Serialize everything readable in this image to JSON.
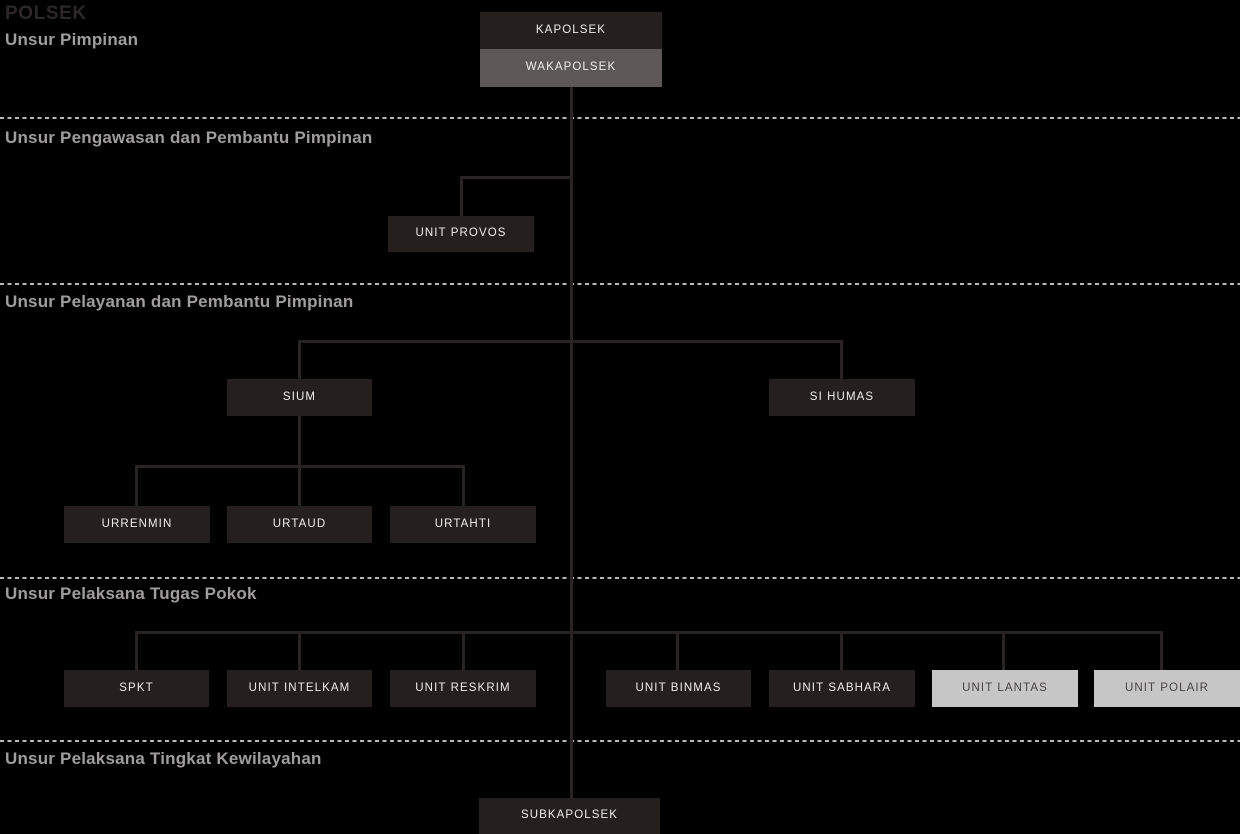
{
  "page": {
    "title": "POLSEK",
    "background_color": "#000000"
  },
  "colors": {
    "box_dark_bg": "#251f20",
    "box_dark_text": "#efeceb",
    "box_medium_bg": "#5d5758",
    "box_light_bg": "#c7c6c6",
    "box_light_text": "#474344",
    "connector_line": "#2a2324",
    "divider_dash": "#bbb9b9",
    "section_header_text": "#9f9d9d",
    "page_title_text": "#2d2729"
  },
  "sections": [
    {
      "label": "Unsur Pimpinan"
    },
    {
      "label": "Unsur Pengawasan dan Pembantu Pimpinan"
    },
    {
      "label": "Unsur Pelayanan dan Pembantu Pimpinan"
    },
    {
      "label": "Unsur Pelaksana Tugas Pokok"
    },
    {
      "label": "Unsur Pelaksana Tingkat Kewilayahan"
    }
  ],
  "nodes": {
    "kapolsek": {
      "label": "KAPOLSEK",
      "variant": "dark",
      "section": "Unsur Pimpinan"
    },
    "wakapolsek": {
      "label": "WAKAPOLSEK",
      "variant": "medium",
      "section": "Unsur Pimpinan"
    },
    "unit_provos": {
      "label": "UNIT PROVOS",
      "variant": "dark",
      "section": "Unsur Pengawasan dan Pembantu Pimpinan"
    },
    "sium": {
      "label": "SIUM",
      "variant": "dark",
      "section": "Unsur Pelayanan dan Pembantu Pimpinan"
    },
    "si_humas": {
      "label": "SI HUMAS",
      "variant": "dark",
      "section": "Unsur Pelayanan dan Pembantu Pimpinan"
    },
    "urrenmin": {
      "label": "URRENMIN",
      "variant": "dark",
      "section": "Unsur Pelayanan dan Pembantu Pimpinan"
    },
    "urtaud": {
      "label": "URTAUD",
      "variant": "dark",
      "section": "Unsur Pelayanan dan Pembantu Pimpinan"
    },
    "urtahti": {
      "label": "URTAHTI",
      "variant": "dark",
      "section": "Unsur Pelayanan dan Pembantu Pimpinan"
    },
    "spkt": {
      "label": "SPKT",
      "variant": "dark",
      "section": "Unsur Pelaksana Tugas Pokok"
    },
    "unit_intelkam": {
      "label": "UNIT INTELKAM",
      "variant": "dark",
      "section": "Unsur Pelaksana Tugas Pokok"
    },
    "unit_reskrim": {
      "label": "UNIT RESKRIM",
      "variant": "dark",
      "section": "Unsur Pelaksana Tugas Pokok"
    },
    "unit_binmas": {
      "label": "UNIT BINMAS",
      "variant": "dark",
      "section": "Unsur Pelaksana Tugas Pokok"
    },
    "unit_sabhara": {
      "label": "UNIT SABHARA",
      "variant": "dark",
      "section": "Unsur Pelaksana Tugas Pokok"
    },
    "unit_lantas": {
      "label": "UNIT LANTAS",
      "variant": "light",
      "section": "Unsur Pelaksana Tugas Pokok"
    },
    "unit_polair": {
      "label": "UNIT POLAIR",
      "variant": "light",
      "section": "Unsur Pelaksana Tugas Pokok"
    },
    "subkapolsek": {
      "label": "SUBKAPOLSEK",
      "variant": "dark",
      "section": "Unsur Pelaksana Tingkat Kewilayahan"
    }
  },
  "edges": [
    {
      "from": "kapolsek",
      "to": "wakapolsek"
    },
    {
      "from": "wakapolsek",
      "to": "unit_provos"
    },
    {
      "from": "wakapolsek",
      "to": "sium"
    },
    {
      "from": "wakapolsek",
      "to": "si_humas"
    },
    {
      "from": "sium",
      "to": "urrenmin"
    },
    {
      "from": "sium",
      "to": "urtaud"
    },
    {
      "from": "sium",
      "to": "urtahti"
    },
    {
      "from": "wakapolsek",
      "to": "spkt"
    },
    {
      "from": "wakapolsek",
      "to": "unit_intelkam"
    },
    {
      "from": "wakapolsek",
      "to": "unit_reskrim"
    },
    {
      "from": "wakapolsek",
      "to": "unit_binmas"
    },
    {
      "from": "wakapolsek",
      "to": "unit_sabhara"
    },
    {
      "from": "wakapolsek",
      "to": "unit_lantas"
    },
    {
      "from": "wakapolsek",
      "to": "unit_polair"
    },
    {
      "from": "wakapolsek",
      "to": "subkapolsek"
    }
  ]
}
